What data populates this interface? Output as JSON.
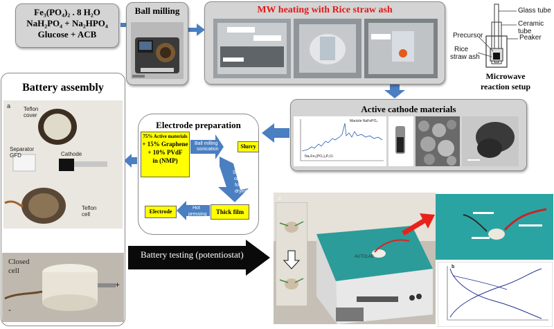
{
  "precursors": {
    "line1": "Fe₃(PO₄)₂ . 8 H₂O",
    "line2": "NaH₂PO₄ + Na₂HPO₄",
    "line3": "Glucose + ACB"
  },
  "ball_milling": {
    "title": "Ball milling"
  },
  "mw_heating": {
    "title": "MW heating with Rice straw ash"
  },
  "reaction_setup": {
    "labels": {
      "glass_tube": "Glass tube",
      "ceramic_tube": "Ceramic tube",
      "peaker": "Peaker",
      "precursor": "Precursor",
      "rice_ash_1": "Rice",
      "rice_ash_2": "straw ash"
    },
    "caption_1": "Microwave",
    "caption_2": "reaction setup"
  },
  "battery_assembly": {
    "title": "Battery assembly",
    "panel_label": "a",
    "teflon_cover_1": "Teflon",
    "teflon_cover_2": "cover",
    "separator_1": "Separator",
    "separator_2": "GFD",
    "cathode": "Cathode",
    "teflon_cell_1": "Teflon",
    "teflon_cell_2": "cell",
    "closed_cell_1": "Closed",
    "closed_cell_2": "cell",
    "minus": "-",
    "plus": "+"
  },
  "electrode_prep": {
    "title": "Electrode preparation",
    "mix_line1": "75% Active materials",
    "mix_line2": "+ 15% Graphene",
    "mix_line3": "+ 10% PVdF",
    "mix_line4": "in (NMP)",
    "ball_milling_sonication_1": "Ball milling",
    "ball_milling_sonication_2": "sonication",
    "slurry": "Slurry",
    "spread_1": "Spread",
    "spread_2": "on Al",
    "spread_3": "foil +",
    "spread_4": "drying",
    "thick_film": "Thick film",
    "hot_pressing_1": "Hot",
    "hot_pressing_2": "pressing",
    "electrode": "Electrode"
  },
  "active_cathode": {
    "title": "Active cathode materials",
    "xrd_sample": "Na₄Fe₃(PO₄)₂P₂O₇",
    "xrd_ref": "Maricite NaFePO₄"
  },
  "battery_testing": {
    "label": "Battery testing (potentiostat)",
    "panel_c": "c",
    "panel_b": "b",
    "instrument_brand": "AUTOLAB"
  },
  "colors": {
    "arrow_blue": "#4a7fc1",
    "box_grey": "#d4d4d4",
    "yellow": "#ffff00",
    "red_arrow": "#e8221a"
  }
}
